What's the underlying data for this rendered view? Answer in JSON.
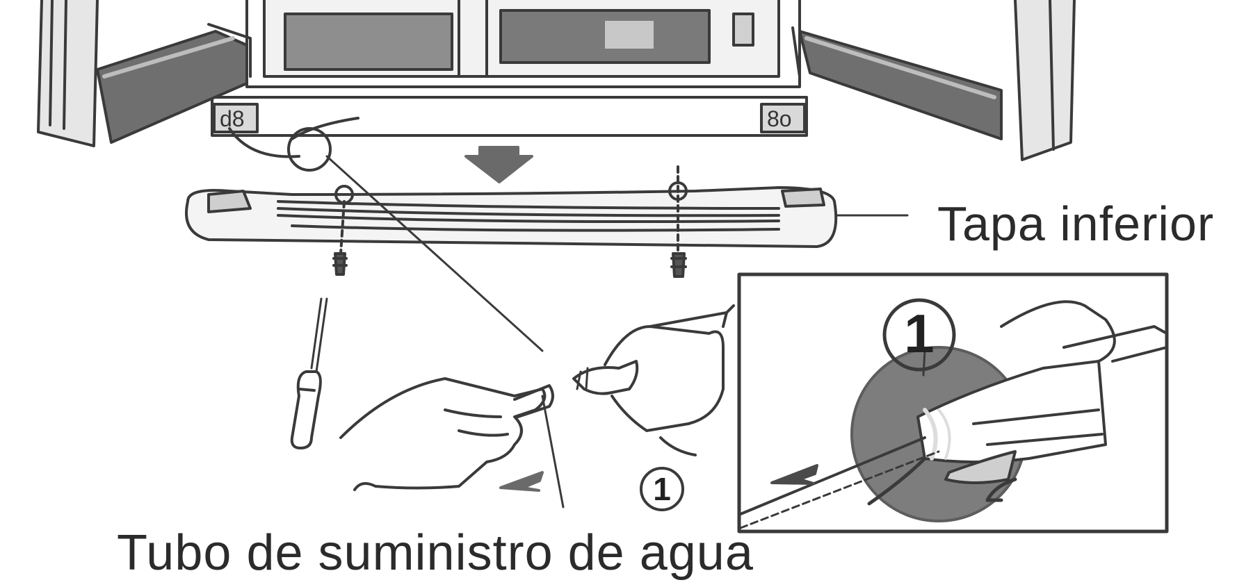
{
  "labels": {
    "bottom_cover": "Tapa inferior",
    "water_supply_tube": "Tubo de suministro de agua"
  },
  "step_markers": {
    "main": "1",
    "inset": "1"
  },
  "colors": {
    "line": "#3a3a3a",
    "dark_fill": "#7a7a7a",
    "mid_fill": "#9a9a9a",
    "light_fill": "#d6d6d6",
    "background": "#ffffff"
  }
}
